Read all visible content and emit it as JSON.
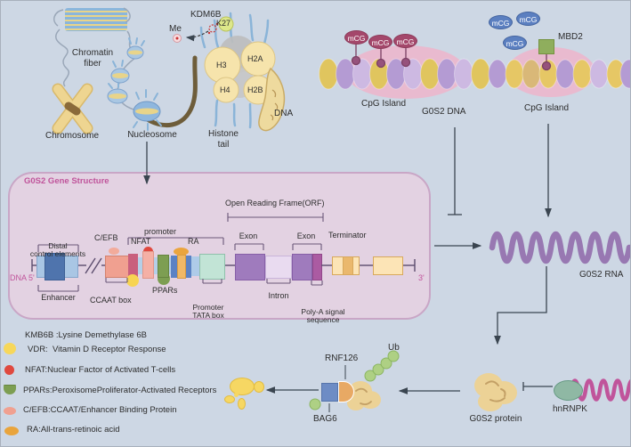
{
  "palette": {
    "bg": "#cdd7e4",
    "magenta": "#c0549b",
    "box_fill": "#e3d2e2",
    "arrow": "#3a4550"
  },
  "top_left": {
    "chromatin_line1": "Chromatin",
    "chromatin_line2": "fiber",
    "chromosome": "Chromosome",
    "nucleosome": "Nucleosome",
    "kdm6b": "KDM6B",
    "k27": "K27",
    "me": "Me",
    "h3": "H3",
    "h2a": "H2A",
    "h4": "H4",
    "h2b": "H2B",
    "histone_tail_line1": "Histone",
    "histone_tail_line2": "tail",
    "dna": "DNA"
  },
  "top_right": {
    "mcg": "mCG",
    "cpg_island_left": "CpG Island",
    "g0s2_dna": "G0S2 DNA",
    "mbd2": "MBD2",
    "cpg_island_right": "CpG Island"
  },
  "gene_box": {
    "title": "G0S2 Gene Structure",
    "orf": "Open Reading Frame(ORF)",
    "distal_line1": "Distal",
    "distal_line2": "control elements",
    "dna_5": "DNA 5'",
    "enhancer": "Enhancer",
    "cefb": "C/EFB",
    "promoter": "promoter",
    "nfat": "NFAT",
    "ra": "RA",
    "ccaat": "CCAAT box",
    "ppars": "PPARs",
    "tata_line1": "Promoter",
    "tata_line2": "TATA box",
    "exon_1": "Exon",
    "exon_2": "Exon",
    "terminator": "Terminator",
    "intron": "Intron",
    "polya_line1": "Poly-A signal",
    "polya_line2": "sequence",
    "three_prime": "3'"
  },
  "rna": {
    "label": "G0S2 RNA"
  },
  "protein": {
    "ub": "Ub",
    "rnf126": "RNF126",
    "bag6": "BAG6",
    "g0s2_protein": "G0S2 protein",
    "hnrnpk": "hnRNPK"
  },
  "legend": {
    "items": [
      {
        "icon": "none",
        "text": "KMB6B :Lysine Demethylase 6B"
      },
      {
        "icon": "yellow-oval",
        "text": "VDR:  Vitamin D Receptor Response"
      },
      {
        "icon": "red-circle",
        "text": "NFAT:Nuclear Factor of Activated T-cells"
      },
      {
        "icon": "green-half-oval",
        "text": "PPARs:PeroxisomeProliferator-Activated Receptors"
      },
      {
        "icon": "salmon-oval",
        "text": "C/EFB:CCAAT/Enhancer Binding Protein"
      },
      {
        "icon": "orange-oval",
        "text": "RA:All-trans-retinoic acid"
      }
    ]
  }
}
